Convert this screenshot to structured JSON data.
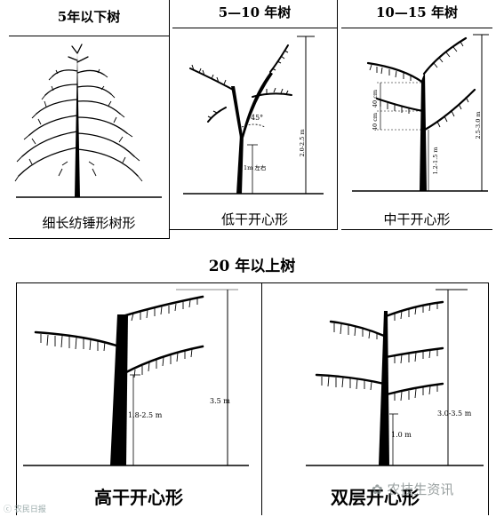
{
  "top_panels": [
    {
      "heading": "5年以下树",
      "caption": "细长纺锤形树形"
    },
    {
      "heading": "5—10 年树",
      "caption": "低干开心形",
      "labels": {
        "angle": "45°",
        "height": "2.0-2.5 m",
        "trunk": "1m 左右"
      }
    },
    {
      "heading": "10—15 年树",
      "caption": "中干开心形",
      "labels": {
        "height": "2.5-3.0 m",
        "trunk": "1.2-1.5 m",
        "gap1": "40 cm",
        "gap2": "40 cm"
      }
    }
  ],
  "bottom_heading": "20 年以上树",
  "bottom_panels": [
    {
      "caption": "高干开心形",
      "labels": {
        "height": "3.5 m",
        "trunk": "1.8-2.5 m"
      }
    },
    {
      "caption": "双层开心形",
      "labels": {
        "height": "3.0-3.5 m",
        "trunk": "1.0 m"
      }
    }
  ],
  "watermark_left": "农民日报",
  "watermark_right": "农技生资讯"
}
